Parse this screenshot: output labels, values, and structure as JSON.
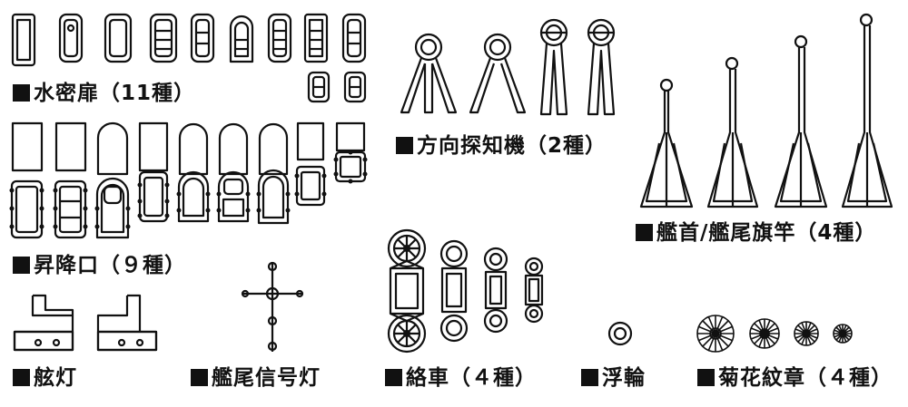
{
  "labels": {
    "watertight_door": "水密扉（11種）",
    "hatch": "昇降口（９種）",
    "direction_finder": "方向探知機（2種）",
    "flagstaff": "艦首/艦尾旗竿（4種）",
    "side_light": "舷灯",
    "stern_signal_light": "艦尾信号灯",
    "pulley": "絡車（４種）",
    "life_ring": "浮輪",
    "chrysanthemum_crest": "菊花紋章（４種）"
  }
}
